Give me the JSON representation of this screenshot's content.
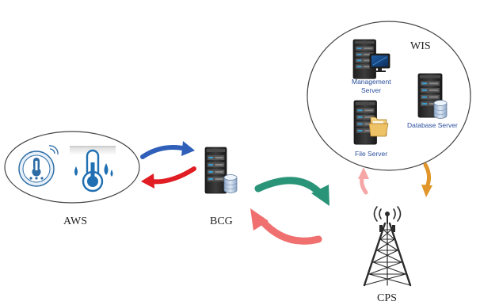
{
  "diagram": {
    "nodes": {
      "aws": {
        "label": "AWS"
      },
      "bcg": {
        "label": "BCG"
      },
      "cps": {
        "label": "CPS"
      },
      "wis": {
        "label": "WIS",
        "servers": {
          "management": {
            "label_line1": "Management",
            "label_line2": "Server"
          },
          "file": {
            "label": "File Server"
          },
          "database": {
            "label": "Database Server"
          }
        }
      }
    },
    "colors": {
      "arrow_blue": "#2f5fb8",
      "arrow_red": "#e11d24",
      "arrow_teal": "#2a9478",
      "arrow_salmon": "#f07070",
      "arrow_light_salmon": "#f6a6a6",
      "arrow_orange": "#e0962a",
      "sensor_blue": "#2d6ca5",
      "server_dark": "#2b2b2b",
      "led_blue": "#3aa0d8"
    },
    "icons": {
      "weather_station": "temperature-humidity-sensor-icon",
      "gateway": "server-with-database-icon",
      "tower": "cell-tower-icon"
    }
  }
}
